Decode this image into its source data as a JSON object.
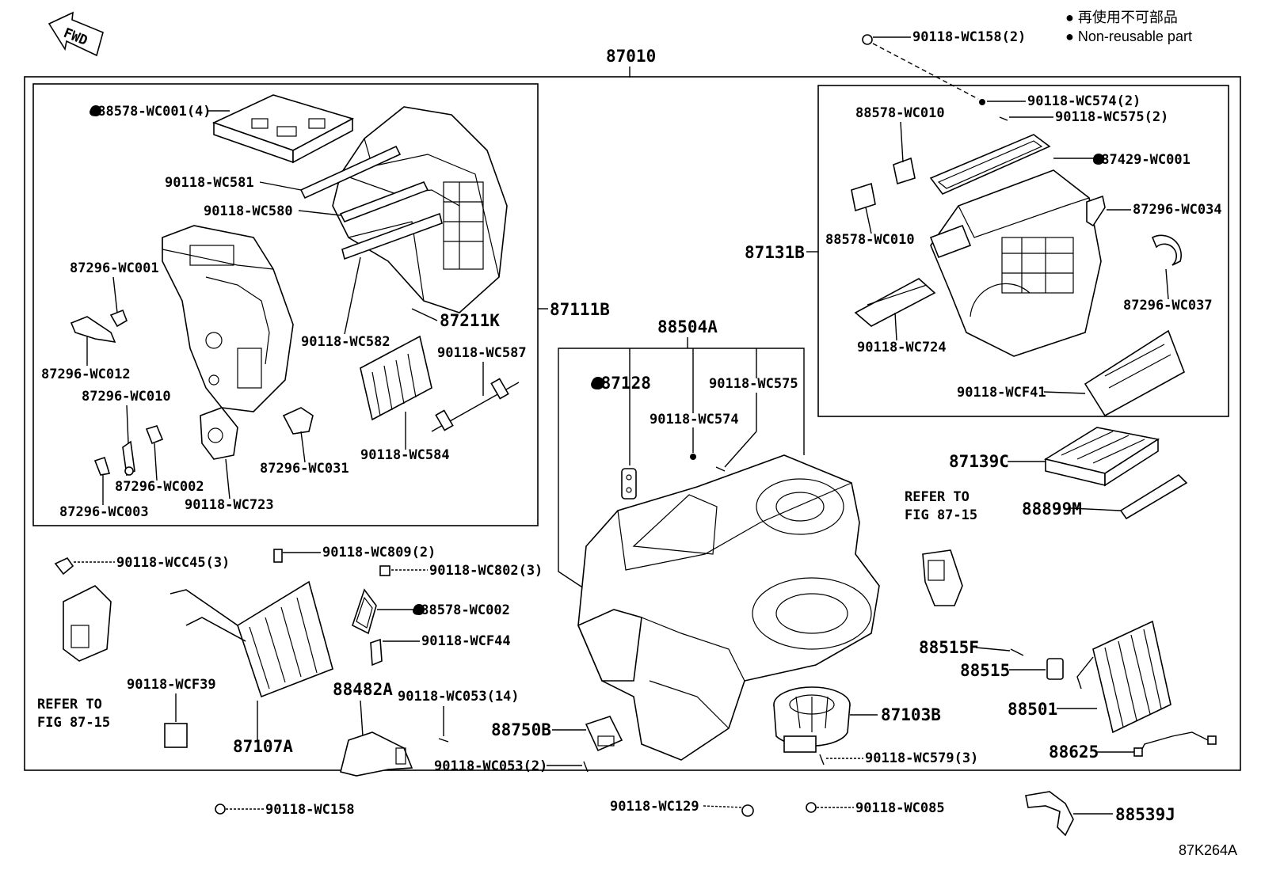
{
  "legend": {
    "jp": "● 再使用不可部品",
    "en": "● Non-reusable part"
  },
  "fwd_label": "FWD",
  "figure_code": "87K264A",
  "labels": {
    "main": "87010",
    "sub_left": "87111B",
    "sub_right": "87131B",
    "sub_mid": "88504A",
    "p88578_wc001": "●88578-WC001(4)",
    "p90118_wc581": "90118-WC581",
    "p90118_wc580": "90118-WC580",
    "p87296_wc001": "87296-WC001",
    "p87211k": "87211K",
    "p90118_wc582": "90118-WC582",
    "p87296_wc012": "87296-WC012",
    "p90118_wc587": "90118-WC587",
    "p87296_wc010": "87296-WC010",
    "p90118_wc584": "90118-WC584",
    "p87296_wc002": "87296-WC002",
    "p87296_wc031": "87296-WC031",
    "p90118_wc723": "90118-WC723",
    "p87296_wc003": "87296-WC003",
    "p90118_wc158_2": "90118-WC158(2)",
    "p90118_wc574_2": "90118-WC574(2)",
    "p90118_wc575_2": "90118-WC575(2)",
    "p88578_wc010_a": "88578-WC010",
    "p87429_wc001": "●87429-WC001",
    "p87296_wc034": "87296-WC034",
    "p88578_wc010_b": "88578-WC010",
    "p87296_wc037": "87296-WC037",
    "p90118_wc724": "90118-WC724",
    "p90118_wcf41": "90118-WCF41",
    "p87128": "●87128",
    "p90118_wc575": "90118-WC575",
    "p90118_wc574": "90118-WC574",
    "p87139c": "87139C",
    "p88899m": "88899M",
    "refer_a_1": "REFER TO",
    "refer_a_2": "FIG 87-15",
    "refer_b_1": "REFER TO",
    "refer_b_2": "FIG 87-15",
    "p90118_wcc45_3": "90118-WCC45(3)",
    "p90118_wc809_2": "90118-WC809(2)",
    "p90118_wc802_3": "90118-WC802(3)",
    "p88578_wc002": "●88578-WC002",
    "p90118_wcf44": "90118-WCF44",
    "p90118_wcf39": "90118-WCF39",
    "p88482a": "88482A",
    "p90118_wc053_14": "90118-WC053(14)",
    "p87107a": "87107A",
    "p88750b": "88750B",
    "p90118_wc053_2": "90118-WC053(2)",
    "p87103b": "87103B",
    "p90118_wc579_3": "90118-WC579(3)",
    "p88515f": "88515F",
    "p88515": "88515",
    "p88501": "88501",
    "p88625": "88625",
    "p90118_wc158": "90118-WC158",
    "p90118_wc129": "90118-WC129",
    "p90118_wc085": "90118-WC085",
    "p88539j": "88539J"
  }
}
